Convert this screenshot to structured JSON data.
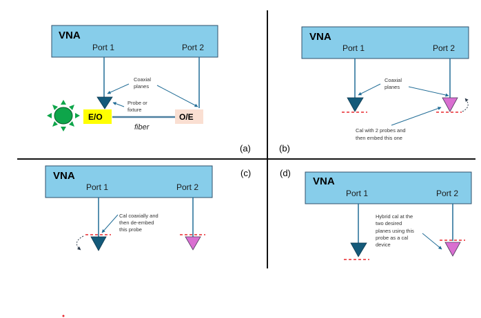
{
  "colors": {
    "vna_fill": "#87cdea",
    "vna_stroke": "#2f4f6a",
    "wire": "#1f6b95",
    "probe_dark": "#145a7a",
    "probe_pink": "#d96fd1",
    "cal_plane": "#e8262b",
    "eo_fill": "#ffff00",
    "oe_fill": "#fadfd2",
    "sun_fill": "#0ea54a",
    "divider": "#111111"
  },
  "panels": {
    "a": {
      "label": "(a)",
      "vna_title": "VNA",
      "port1": "Port 1",
      "port2": "Port 2",
      "note_coaxial_1": "Coaxial",
      "note_coaxial_2": "planes",
      "note_probe_1": "Probe or",
      "note_probe_2": "fixture",
      "eo_label": "E/O",
      "oe_label": "O/E",
      "fiber_label": "fiber"
    },
    "b": {
      "label": "(b)",
      "vna_title": "VNA",
      "port1": "Port 1",
      "port2": "Port 2",
      "note_coaxial_1": "Coaxial",
      "note_coaxial_2": "planes",
      "note_cal_1": "Cal with 2 probes and",
      "note_cal_2": "then embed this one"
    },
    "c": {
      "label": "(c)",
      "vna_title": "VNA",
      "port1": "Port 1",
      "port2": "Port 2",
      "note_1": "Cal coaxially and",
      "note_2": "then de-embed",
      "note_3": "this probe"
    },
    "d": {
      "label": "(d)",
      "vna_title": "VNA",
      "port1": "Port 1",
      "port2": "Port 2",
      "note_1": "Hybrid cal at the",
      "note_2": "two desired",
      "note_3": "planes using this",
      "note_4": "probe as a cal",
      "note_5": "device"
    }
  }
}
